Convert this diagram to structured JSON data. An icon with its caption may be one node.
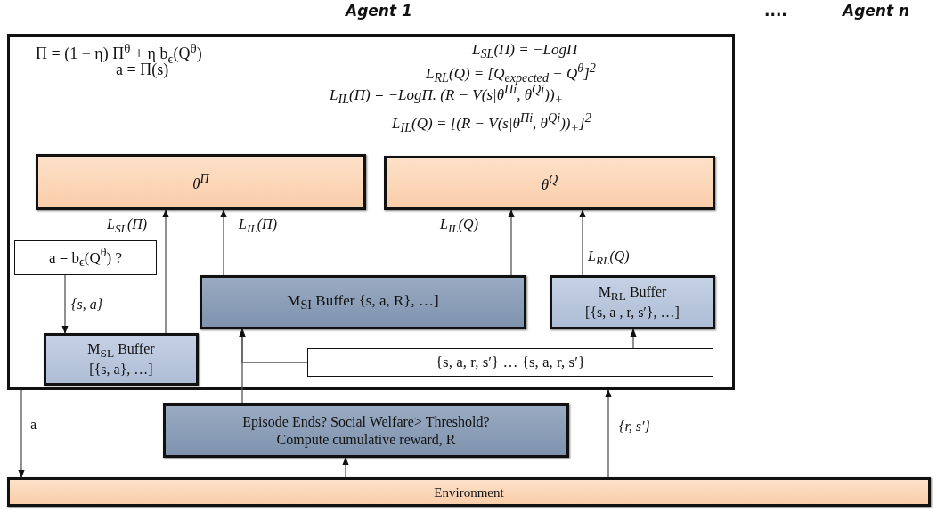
{
  "diagram": {
    "nodes": [
      {
        "text": [],
        "shape": "box"
      },
      {
        "text": [
          "θ$^{Π}$"
        ],
        "in": 0
      },
      {
        "text": [
          "θ$^{Q}$"
        ],
        "in": 0
      },
      {
        "text": [
          "a = b$_{ϵ}$(Q$^{θ}$) ?"
        ],
        "in": 0
      },
      {
        "text": [
          "M$_{SI}$ Buffer {s, a, R}, …]"
        ],
        "in": 0
      },
      {
        "text": [
          "M$_{RL}$ Buffer",
          "[{s, a , r, s′}, …]"
        ],
        "in": 0
      },
      {
        "text": [
          "M$_{SL}$ Buffer",
          "[{s, a}, …]"
        ],
        "in": 0
      },
      {
        "text": [
          "{s, a, r, s′} … {s, a, r, s′}"
        ],
        "in": 0
      },
      {
        "text": [
          "Episode Ends? Social Welfare> Threshold?",
          "Compute cumulative reward, R"
        ]
      },
      {
        "text": [
          "Environment"
        ]
      }
    ],
    "edges": [
      {
        "from": 6,
        "to": 1,
        "arrow": "to",
        "label": "L$_{SL}$(Π)"
      },
      {
        "from": 4,
        "to": 1,
        "arrow": "to",
        "label": "L$_{IL}$(Π)"
      },
      {
        "from": 4,
        "to": 2,
        "arrow": "to",
        "label": "L$_{IL}$(Q)"
      },
      {
        "from": 5,
        "to": 2,
        "arrow": "to",
        "label": "L$_{RL}$(Q)"
      },
      {
        "from": 3,
        "to": 6,
        "arrow": "to",
        "label": "{s, a}"
      },
      {
        "from": 7,
        "to": 4,
        "arrow": "to"
      },
      {
        "from": 7,
        "to": 5,
        "arrow": "to"
      },
      {
        "from": 8,
        "to": 4,
        "arrow": "to"
      },
      {
        "from": 0,
        "to": 9,
        "arrow": "to",
        "label": "a"
      },
      {
        "from": 9,
        "to": 0,
        "arrow": "to",
        "label": "{r, s′}"
      },
      {
        "from": 9,
        "to": 8,
        "arrow": "to"
      }
    ],
    "labels": [
      "Agent 1",
      "....",
      "Agent n",
      "Π = (1 − η) Π$^{θ}$ + η b$_{ϵ}$(Q$^{θ}$)",
      "a = Π(s)",
      "L$_{SL}$(Π) = −LogΠ",
      "L$_{RL}$(Q) = [Q$_{expected}$ − Q$^{θ}$]$^{2}$",
      "L$_{IL}$(Π) = −LogΠ. (R − V(s|θ$^{Πi}$, θ$^{Qi}$))$_{+}$",
      "L$_{IL}$(Q) = [(R − V(s|θ$^{Πi}$, θ$^{Qi}$))$_{+}$]$^{2}$"
    ]
  }
}
